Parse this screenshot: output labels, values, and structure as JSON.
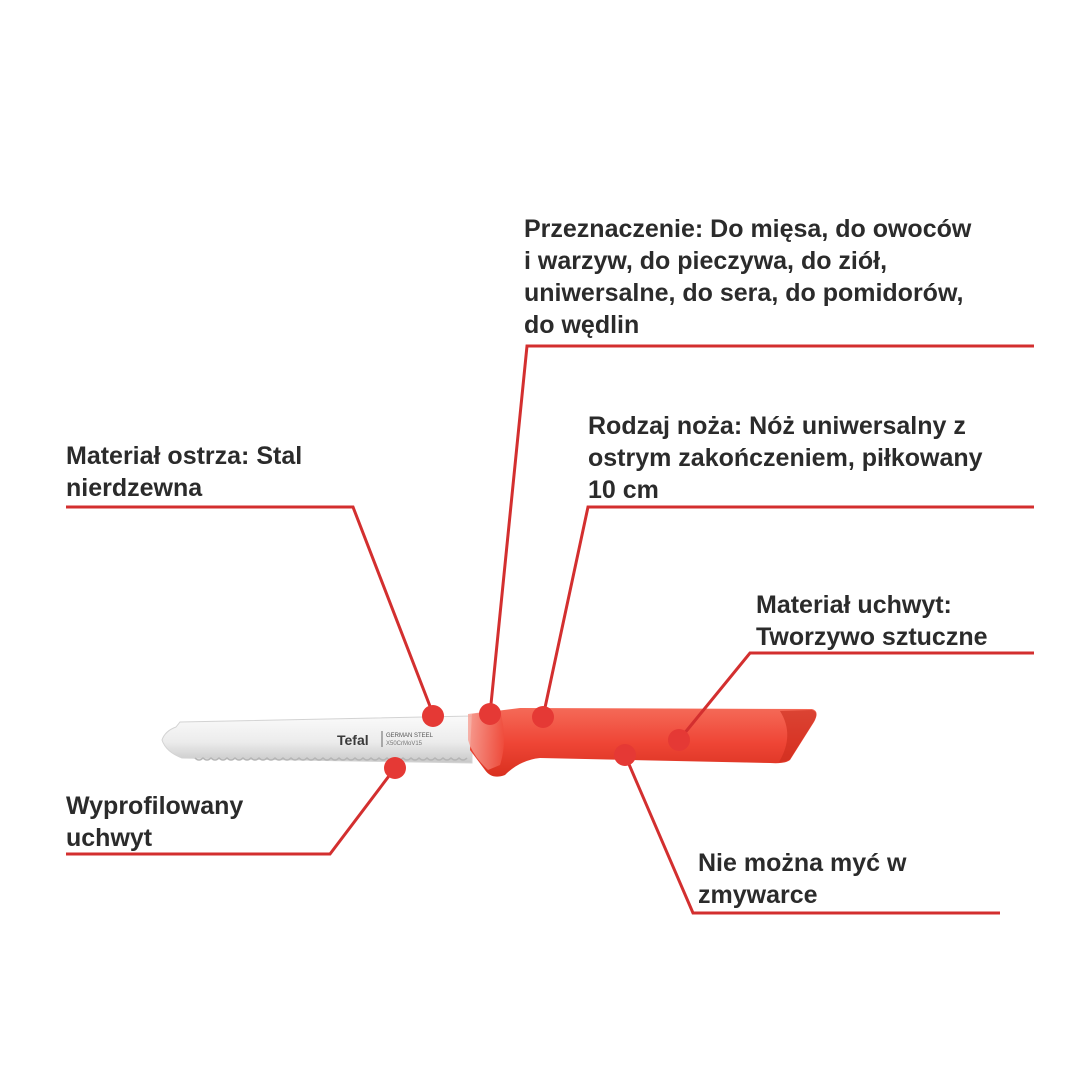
{
  "callouts": {
    "przeznaczenie": {
      "lines": [
        "Przeznaczenie: Do mięsa, do owoców",
        "i warzyw, do pieczywa, do ziół,",
        "uniwersalne, do sera, do pomidorów,",
        "do wędlin"
      ]
    },
    "rodzaj_noza": {
      "lines": [
        "Rodzaj noża: Nóż uniwersalny z",
        "ostrym zakończeniem, piłkowany",
        "10 cm"
      ]
    },
    "material_ostrza": {
      "lines": [
        "Materiał ostrza: Stal",
        "nierdzewna"
      ]
    },
    "material_uchwyt": {
      "lines": [
        "Materiał uchwyt:",
        "Tworzywo sztuczne"
      ]
    },
    "wyprofilowany": {
      "lines": [
        "Wyprofilowany",
        "uchwyt"
      ]
    },
    "nie_mozna": {
      "lines": [
        "Nie można myć w",
        "zmywarce"
      ]
    }
  },
  "knife": {
    "brand": "Tefal",
    "blade_text_line1": "GERMAN STEEL",
    "blade_text_line2": "X50CrMoV15"
  },
  "colors": {
    "accent_red": "#e53935",
    "leader_red": "#d32f2f",
    "handle_red": "#f04a3c",
    "handle_dark": "#d93227",
    "blade_light": "#f3f3f3",
    "blade_shadow": "#c9c9c9",
    "text": "#2b2b2b"
  }
}
